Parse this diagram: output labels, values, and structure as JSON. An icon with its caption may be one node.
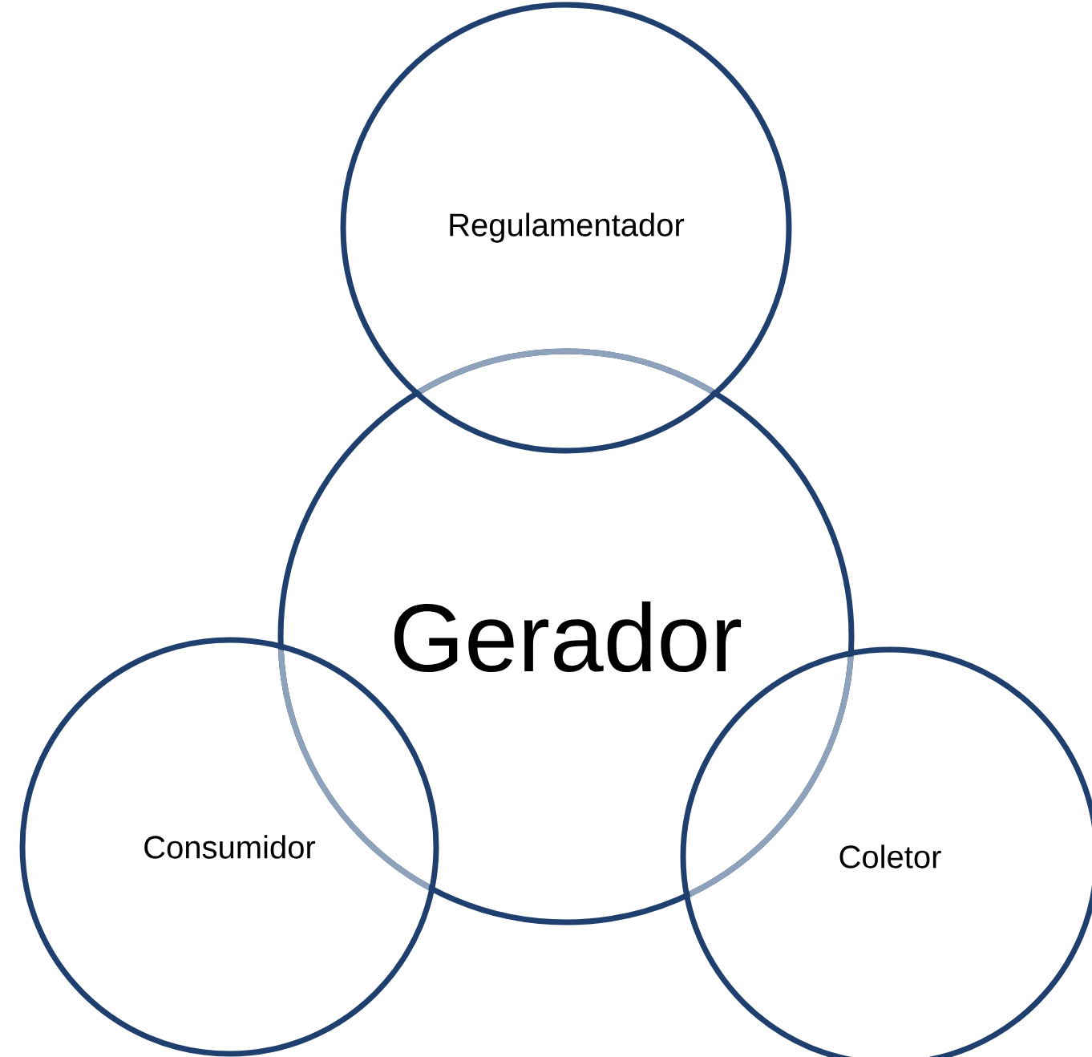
{
  "diagram": {
    "nodes": [
      {
        "text": [
          "Regulamentador"
        ]
      },
      {
        "text": [
          "Gerador"
        ]
      },
      {
        "text": [
          "Consumidor"
        ]
      },
      {
        "text": [
          "Coletor"
        ]
      }
    ]
  }
}
